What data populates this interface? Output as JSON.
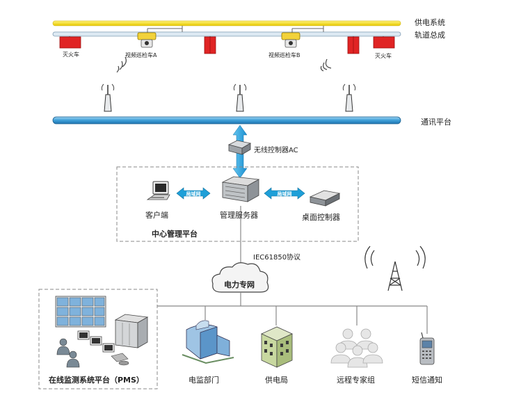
{
  "labels": {
    "power_system": "供电系统",
    "track_assembly": "轨道总成",
    "fire_car_left": "灭火车",
    "fire_car_right": "灭火车",
    "video_car_a": "视频巡检车A",
    "video_car_b": "视频巡检车B",
    "comm_platform": "通讯平台",
    "wireless_controller": "无线控制器AC",
    "lan_left": "局域网",
    "lan_right": "局域网",
    "client": "客户端",
    "server": "管理服务器",
    "desktop_controller": "桌面控制器",
    "center_platform": "中心管理平台",
    "protocol": "IEC61850协议",
    "power_network": "电力专网",
    "pms": "在线监测系统平台（PMS）",
    "monitoring_dept": "电监部门",
    "power_bureau": "供电局",
    "expert_group": "远程专家组",
    "sms": "短信通知"
  },
  "colors": {
    "power_line": "#f5e41a",
    "track": "#cfe0ee",
    "comm_bar": "#5aaee0",
    "fire_car": "#e02424",
    "link_arrow": "#1e9fd8",
    "dashed_border": "#888888"
  }
}
